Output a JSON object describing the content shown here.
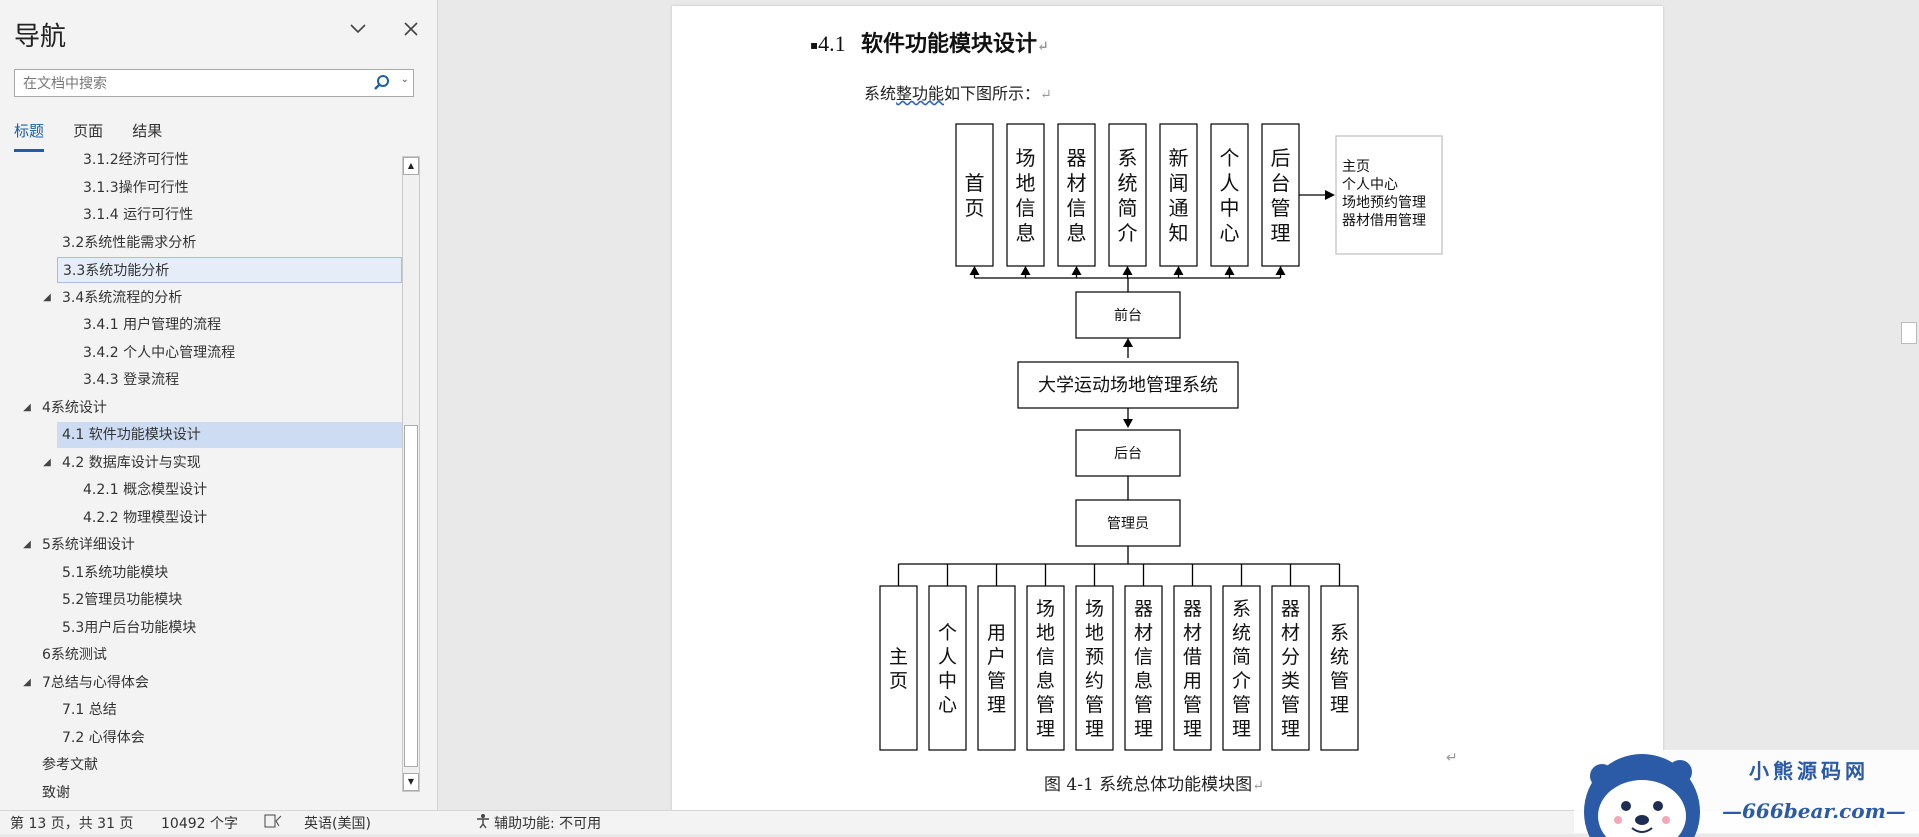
{
  "nav": {
    "title": "导航",
    "search_placeholder": "在文档中搜索",
    "tabs": [
      {
        "label": "标题",
        "active": true
      },
      {
        "label": "页面",
        "active": false
      },
      {
        "label": "结果",
        "active": false
      }
    ],
    "items": [
      {
        "label": "3.1.2经济可行性",
        "level": 3,
        "toggle": "",
        "state": ""
      },
      {
        "label": "3.1.3操作可行性",
        "level": 3,
        "toggle": "",
        "state": ""
      },
      {
        "label": "3.1.4 运行可行性",
        "level": 3,
        "toggle": "",
        "state": ""
      },
      {
        "label": "3.2系统性能需求分析",
        "level": 2,
        "toggle": "",
        "state": ""
      },
      {
        "label": "3.3系统功能分析",
        "level": 2,
        "toggle": "",
        "state": "hover"
      },
      {
        "label": "3.4系统流程的分析",
        "level": 2,
        "toggle": "◢",
        "state": ""
      },
      {
        "label": "3.4.1 用户管理的流程",
        "level": 3,
        "toggle": "",
        "state": ""
      },
      {
        "label": "3.4.2 个人中心管理流程",
        "level": 3,
        "toggle": "",
        "state": ""
      },
      {
        "label": "3.4.3 登录流程",
        "level": 3,
        "toggle": "",
        "state": ""
      },
      {
        "label": "4系统设计",
        "level": 1,
        "toggle": "◢",
        "state": ""
      },
      {
        "label": "4.1 软件功能模块设计",
        "level": 2,
        "toggle": "",
        "state": "selected"
      },
      {
        "label": "4.2 数据库设计与实现",
        "level": 2,
        "toggle": "◢",
        "state": ""
      },
      {
        "label": "4.2.1 概念模型设计",
        "level": 3,
        "toggle": "",
        "state": ""
      },
      {
        "label": "4.2.2 物理模型设计",
        "level": 3,
        "toggle": "",
        "state": ""
      },
      {
        "label": "5系统详细设计",
        "level": 1,
        "toggle": "◢",
        "state": ""
      },
      {
        "label": "5.1系统功能模块",
        "level": 2,
        "toggle": "",
        "state": ""
      },
      {
        "label": "5.2管理员功能模块",
        "level": 2,
        "toggle": "",
        "state": ""
      },
      {
        "label": "5.3用户后台功能模块",
        "level": 2,
        "toggle": "",
        "state": ""
      },
      {
        "label": "6系统测试",
        "level": 1,
        "toggle": "",
        "state": ""
      },
      {
        "label": "7总结与心得体会",
        "level": 1,
        "toggle": "◢",
        "state": ""
      },
      {
        "label": "7.1 总结",
        "level": 2,
        "toggle": "",
        "state": ""
      },
      {
        "label": "7.2 心得体会",
        "level": 2,
        "toggle": "",
        "state": ""
      },
      {
        "label": "参考文献",
        "level": 1,
        "toggle": "",
        "state": ""
      },
      {
        "label": "致谢",
        "level": 1,
        "toggle": "",
        "state": ""
      }
    ]
  },
  "doc": {
    "heading_num": "4.1",
    "heading_text": "软件功能模块设计",
    "intro_pre": "系统",
    "intro_squig": "整功能",
    "intro_post": "如下图所示：",
    "caption": "图 4-1 系统总体功能模块图",
    "diagram": {
      "front_modules": [
        "首页",
        "场地信息",
        "器材信息",
        "系统简介",
        "新闻通知",
        "个人中心",
        "后台管理"
      ],
      "backend_menu": [
        "主页",
        "个人中心",
        "场地预约管理",
        "器材借用管理"
      ],
      "front_label": "前台",
      "system_label": "大学运动场地管理系统",
      "back_label": "后台",
      "admin_label": "管理员",
      "admin_modules": [
        "主页",
        "个人中心",
        "用户管理",
        "场地信息管理",
        "场地预约管理",
        "器材信息管理",
        "器材借用管理",
        "系统简介管理",
        "器材分类管理",
        "系统管理"
      ]
    }
  },
  "status": {
    "page": "第 13 页，共 31 页",
    "words": "10492 个字",
    "language": "英语(美国)",
    "accessibility": "辅助功能: 不可用"
  },
  "watermark": {
    "title": "小熊源码网",
    "url": "—666bear.com—"
  }
}
